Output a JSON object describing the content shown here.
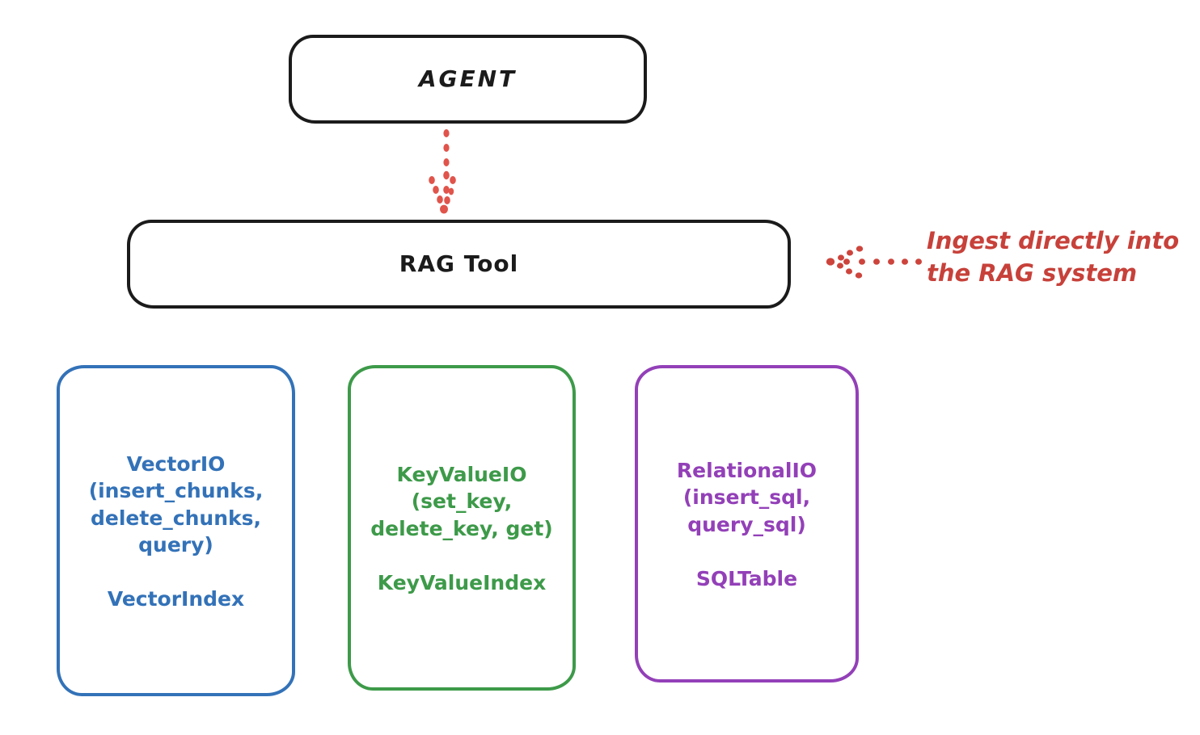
{
  "diagram": {
    "title_node": {
      "label": "AGENT"
    },
    "tool_node": {
      "label": "RAG Tool"
    },
    "annotation": {
      "text": "Ingest directly into\nthe RAG system",
      "color": "#c7413a"
    },
    "connectors": [
      {
        "name": "agent-to-rag",
        "style": "dotted-arrow",
        "direction": "down",
        "color": "#e0544b"
      },
      {
        "name": "ingest-into-rag",
        "style": "dotted-arrow",
        "direction": "left",
        "color": "#cd443c"
      }
    ],
    "providers": [
      {
        "id": "vectorio",
        "api": "VectorIO\n(insert_chunks,\ndelete_chunks,\nquery)",
        "index": "VectorIndex",
        "color": "#3372b8"
      },
      {
        "id": "keyvalueio",
        "api": "KeyValueIO\n(set_key,\ndelete_key, get)",
        "index": "KeyValueIndex",
        "color": "#3d9a49"
      },
      {
        "id": "relationalio",
        "api": "RelationalIO\n(insert_sql,\nquery_sql)",
        "index": "SQLTable",
        "color": "#9340b8"
      }
    ]
  }
}
